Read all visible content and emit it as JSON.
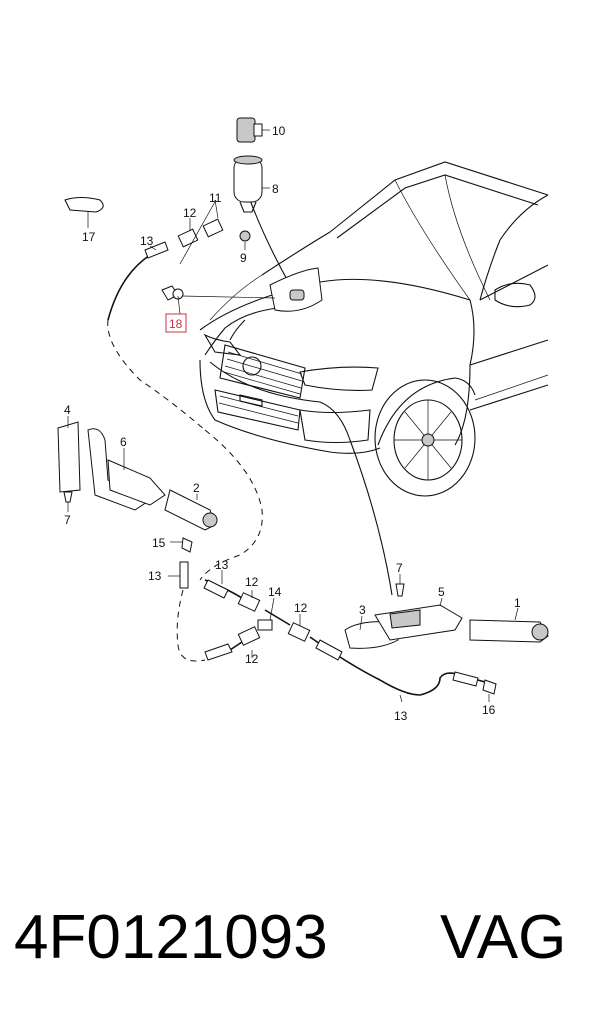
{
  "callouts": {
    "c1": "1",
    "c2": "2",
    "c3": "3",
    "c4": "4",
    "c5": "5",
    "c6": "6",
    "c7a": "7",
    "c7b": "7",
    "c8": "8",
    "c9": "9",
    "c10": "10",
    "c11": "11",
    "c12a": "12",
    "c12b": "12",
    "c12c": "12",
    "c12d": "12",
    "c13a": "13",
    "c13b": "13",
    "c13c": "13",
    "c13d": "13",
    "c14": "14",
    "c15": "15",
    "c16": "16",
    "c17": "17",
    "c18": "18"
  },
  "highlight_color": "#cc3344",
  "caption": {
    "part_number": "4F0121093",
    "brand": "VAG"
  }
}
